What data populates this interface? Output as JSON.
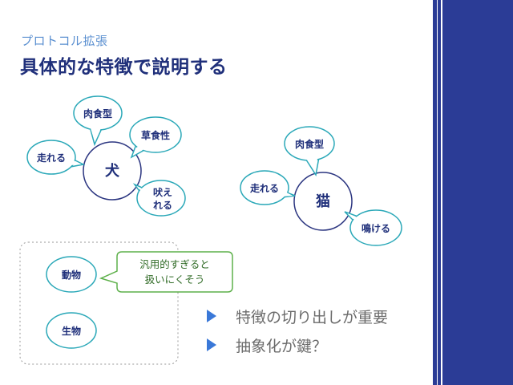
{
  "header": {
    "subtitle": "プロトコル拡張",
    "title": "具体的な特徴で説明する"
  },
  "colors": {
    "node_border": "#2b3580",
    "bubble_border": "#2aa8b8",
    "group_border": "#9a9a9a",
    "note_border": "#5db04a",
    "band": "#2b3c96",
    "bullet": "#3a78d8"
  },
  "dog": {
    "label": "犬",
    "bubbles": {
      "meat": "肉食型",
      "grass": "草食性",
      "run": "走れる",
      "bark_line1": "吠え",
      "bark_line2": "れる"
    }
  },
  "cat": {
    "label": "猫",
    "bubbles": {
      "meat": "肉食型",
      "run": "走れる",
      "meow": "鳴ける"
    }
  },
  "group": {
    "animal": "動物",
    "creature": "生物",
    "note_line1": "汎用的すぎると",
    "note_line2": "扱いにくそう"
  },
  "bullets": [
    "特徴の切り出しが重要",
    "抽象化が鍵？"
  ]
}
